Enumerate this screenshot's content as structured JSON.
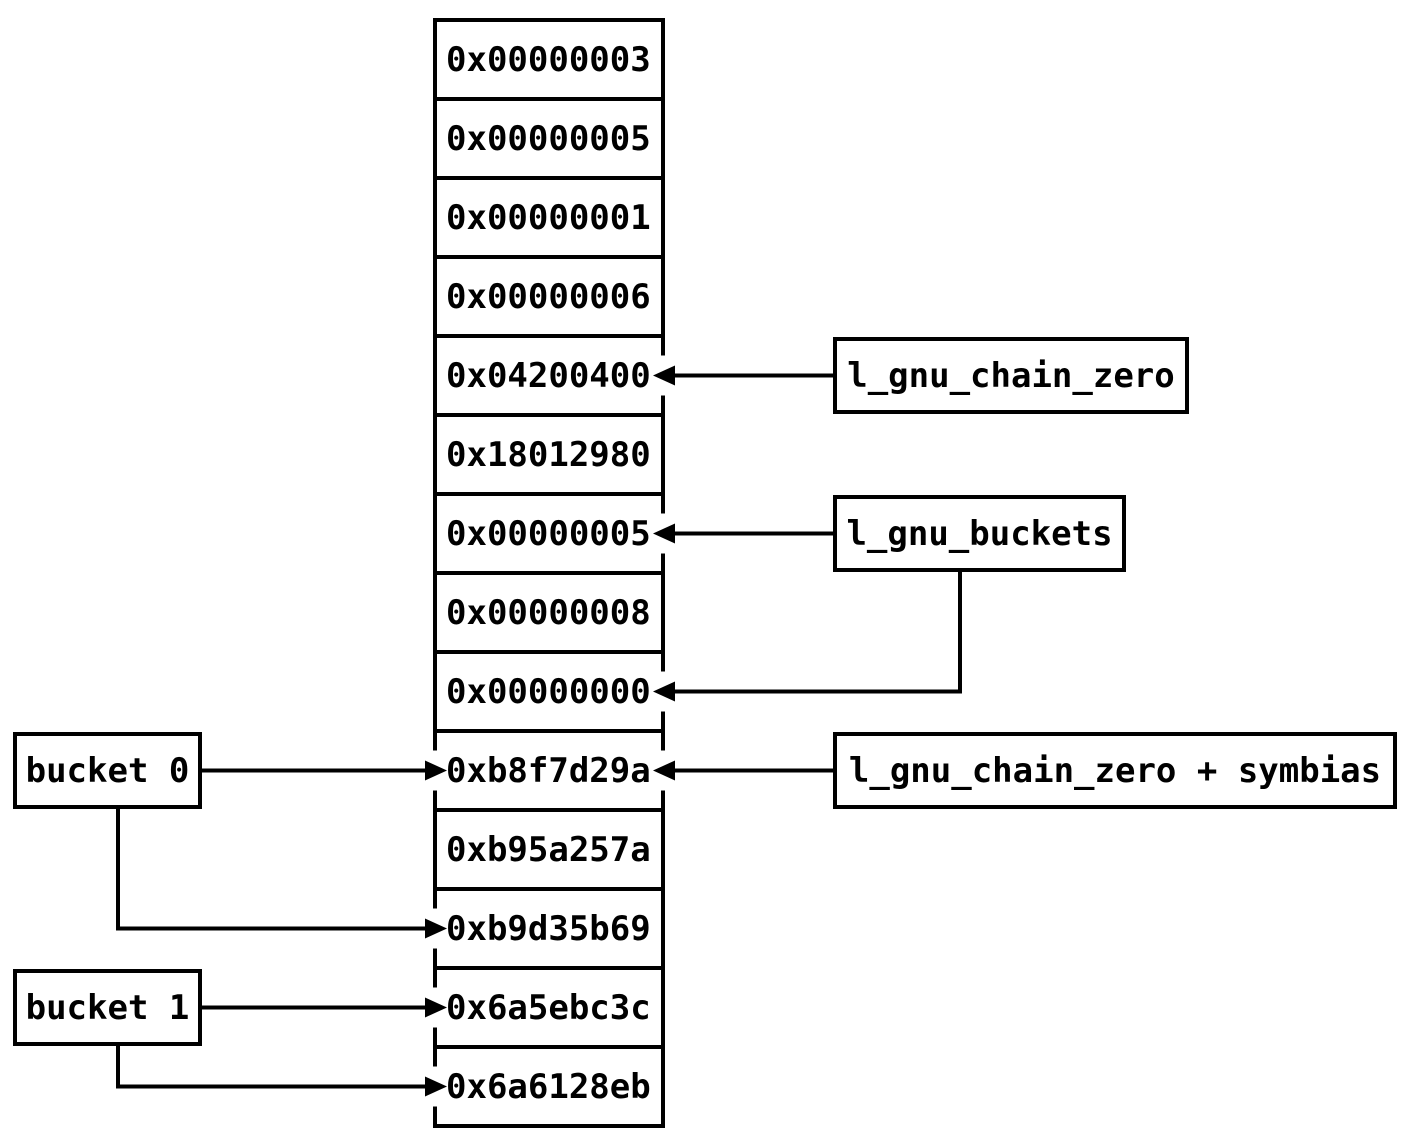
{
  "memory_column": {
    "cells": [
      "0x00000003",
      "0x00000005",
      "0x00000001",
      "0x00000006",
      "0x04200400",
      "0x18012980",
      "0x00000005",
      "0x00000008",
      "0x00000000",
      "0xb8f7d29a",
      "0xb95a257a",
      "0xb9d35b69",
      "0x6a5ebc3c",
      "0x6a6128eb"
    ]
  },
  "labels": {
    "bucket0": "bucket 0",
    "bucket1": "bucket 1",
    "chain_zero": "l_gnu_chain_zero",
    "buckets": "l_gnu_buckets",
    "chain_zero_symbias": "l_gnu_chain_zero + symbias"
  },
  "connections": [
    {
      "from": "l_gnu_chain_zero",
      "to_cell_value": "0x04200400",
      "to_cell_index": 4,
      "side": "right"
    },
    {
      "from": "l_gnu_buckets",
      "to_cell_value": "0x00000005",
      "to_cell_index": 6,
      "side": "right"
    },
    {
      "from": "l_gnu_buckets",
      "to_cell_value": "0x00000000",
      "to_cell_index": 8,
      "side": "right"
    },
    {
      "from": "l_gnu_chain_zero + symbias",
      "to_cell_value": "0xb8f7d29a",
      "to_cell_index": 9,
      "side": "right"
    },
    {
      "from": "bucket 0",
      "to_cell_value": "0xb8f7d29a",
      "to_cell_index": 9,
      "side": "left"
    },
    {
      "from": "bucket 0",
      "to_cell_value": "0xb9d35b69",
      "to_cell_index": 11,
      "side": "left"
    },
    {
      "from": "bucket 1",
      "to_cell_value": "0x6a5ebc3c",
      "to_cell_index": 12,
      "side": "left"
    },
    {
      "from": "bucket 1",
      "to_cell_value": "0x6a6128eb",
      "to_cell_index": 13,
      "side": "left"
    }
  ],
  "colors": {
    "line": "#000000",
    "text": "#000000",
    "background": "#ffffff"
  }
}
